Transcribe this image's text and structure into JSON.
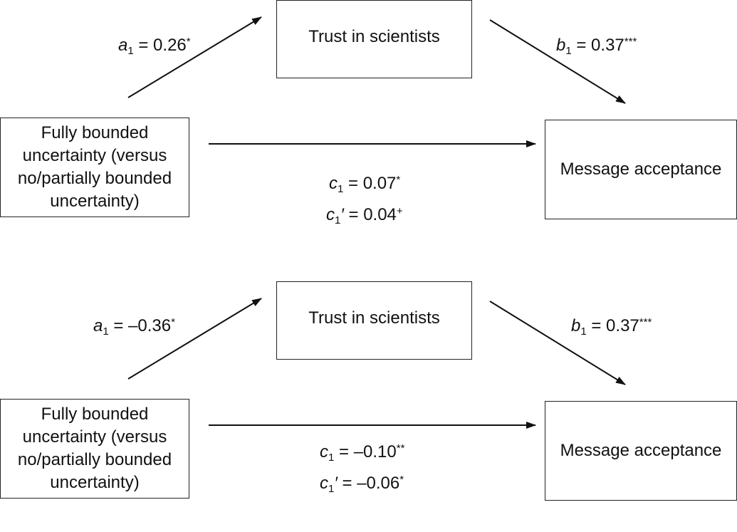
{
  "panels": [
    {
      "mediator": "Trust in scientists",
      "predictor": "Fully bounded uncertainty (versus no/partially bounded uncertainty)",
      "outcome": "Message acceptance",
      "a": {
        "symbol": "a",
        "sub": "1",
        "value": " = 0.26",
        "sig": "*"
      },
      "b": {
        "symbol": "b",
        "sub": "1",
        "value": " = 0.37",
        "sig": "***"
      },
      "c": {
        "symbol": "c",
        "sub": "1",
        "value": " = 0.07",
        "sig": "*"
      },
      "cp": {
        "symbol": "c",
        "sub": "1",
        "prime": "′",
        "value": " = 0.04",
        "sig": "+"
      }
    },
    {
      "mediator": "Trust in scientists",
      "predictor": "Fully bounded uncertainty (versus no/partially bounded uncertainty)",
      "outcome": "Message acceptance",
      "a": {
        "symbol": "a",
        "sub": "1",
        "value": " = –0.36",
        "sig": "*"
      },
      "b": {
        "symbol": "b",
        "sub": "1",
        "value": " = 0.37",
        "sig": "***"
      },
      "c": {
        "symbol": "c",
        "sub": "1",
        "value": " = –0.10",
        "sig": "**"
      },
      "cp": {
        "symbol": "c",
        "sub": "1",
        "prime": "′",
        "value": " = –0.06",
        "sig": "*"
      }
    }
  ]
}
